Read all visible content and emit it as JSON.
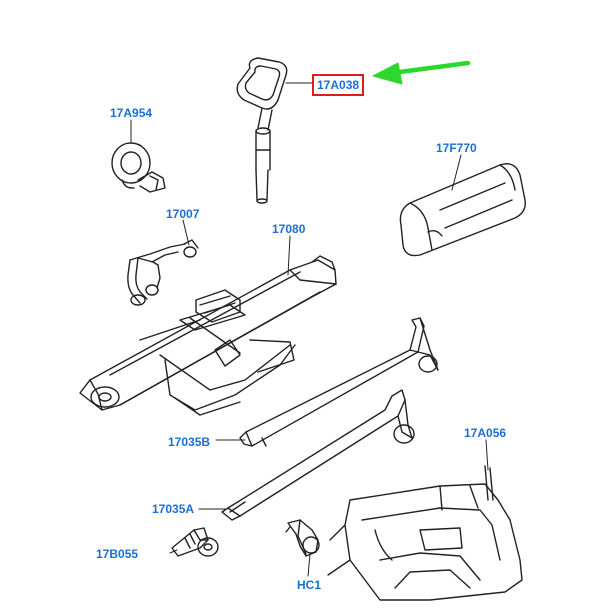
{
  "diagram": {
    "highlight_color": "#e01b1b",
    "arrow_color": "#2fd62f",
    "label_color": "#1a6fd6",
    "labels": {
      "p17A038": "17A038",
      "p17A954": "17A954",
      "p17F770": "17F770",
      "p17007": "17007",
      "p17080": "17080",
      "p17035B": "17035B",
      "p17A056": "17A056",
      "p17035A": "17035A",
      "p17B055": "17B055",
      "pHC1": "HC1"
    }
  }
}
